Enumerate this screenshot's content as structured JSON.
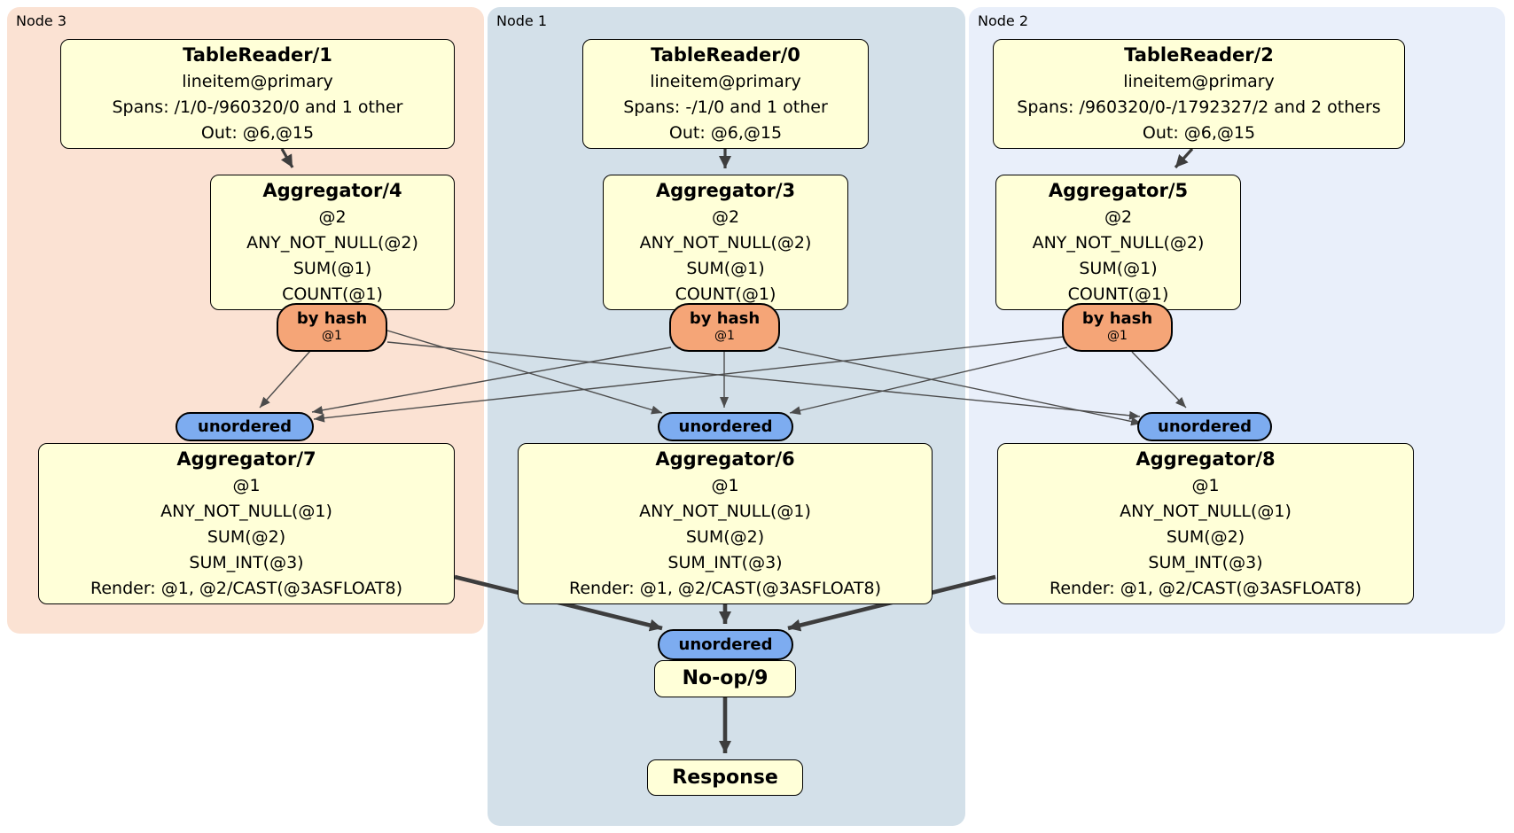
{
  "diagram_type": "distsql-plan",
  "regions": {
    "node3": {
      "label": "Node 3",
      "color": "#fbe2d3"
    },
    "node1": {
      "label": "Node 1",
      "color": "#d3e0e9"
    },
    "node2": {
      "label": "Node 2",
      "color": "#e9effa"
    }
  },
  "processors": {
    "tablereader1": {
      "title": "TableReader/1",
      "lines": [
        "lineitem@primary",
        "Spans: /1/0-/960320/0 and 1 other",
        "Out: @6,@15"
      ]
    },
    "tablereader0": {
      "title": "TableReader/0",
      "lines": [
        "lineitem@primary",
        "Spans: -/1/0 and 1 other",
        "Out: @6,@15"
      ]
    },
    "tablereader2": {
      "title": "TableReader/2",
      "lines": [
        "lineitem@primary",
        "Spans: /960320/0-/1792327/2 and 2 others",
        "Out: @6,@15"
      ]
    },
    "aggregator4": {
      "title": "Aggregator/4",
      "lines": [
        "@2",
        "ANY_NOT_NULL(@2)",
        "SUM(@1)",
        "COUNT(@1)"
      ]
    },
    "aggregator3": {
      "title": "Aggregator/3",
      "lines": [
        "@2",
        "ANY_NOT_NULL(@2)",
        "SUM(@1)",
        "COUNT(@1)"
      ]
    },
    "aggregator5": {
      "title": "Aggregator/5",
      "lines": [
        "@2",
        "ANY_NOT_NULL(@2)",
        "SUM(@1)",
        "COUNT(@1)"
      ]
    },
    "aggregator7": {
      "title": "Aggregator/7",
      "lines": [
        "@1",
        "ANY_NOT_NULL(@1)",
        "SUM(@2)",
        "SUM_INT(@3)",
        "Render: @1, @2/CAST(@3ASFLOAT8)"
      ]
    },
    "aggregator6": {
      "title": "Aggregator/6",
      "lines": [
        "@1",
        "ANY_NOT_NULL(@1)",
        "SUM(@2)",
        "SUM_INT(@3)",
        "Render: @1, @2/CAST(@3ASFLOAT8)"
      ]
    },
    "aggregator8": {
      "title": "Aggregator/8",
      "lines": [
        "@1",
        "ANY_NOT_NULL(@1)",
        "SUM(@2)",
        "SUM_INT(@3)",
        "Render: @1, @2/CAST(@3ASFLOAT8)"
      ]
    },
    "noop9": {
      "title": "No-op/9"
    },
    "response": {
      "title": "Response"
    }
  },
  "routers": {
    "node3": {
      "label": "by hash",
      "detail": "@1"
    },
    "node1": {
      "label": "by hash",
      "detail": "@1"
    },
    "node2": {
      "label": "by hash",
      "detail": "@1"
    }
  },
  "synchronizers": {
    "node3": {
      "label": "unordered"
    },
    "node1": {
      "label": "unordered"
    },
    "node2": {
      "label": "unordered"
    },
    "final": {
      "label": "unordered"
    }
  },
  "edges": [
    {
      "from": "tablereader1",
      "to": "aggregator4"
    },
    {
      "from": "tablereader0",
      "to": "aggregator3"
    },
    {
      "from": "tablereader2",
      "to": "aggregator5"
    },
    {
      "from": "router-node3",
      "to": "sync-node3"
    },
    {
      "from": "router-node3",
      "to": "sync-node1"
    },
    {
      "from": "router-node3",
      "to": "sync-node2"
    },
    {
      "from": "router-node1",
      "to": "sync-node3"
    },
    {
      "from": "router-node1",
      "to": "sync-node1"
    },
    {
      "from": "router-node1",
      "to": "sync-node2"
    },
    {
      "from": "router-node2",
      "to": "sync-node3"
    },
    {
      "from": "router-node2",
      "to": "sync-node1"
    },
    {
      "from": "router-node2",
      "to": "sync-node2"
    },
    {
      "from": "aggregator7",
      "to": "sync-final"
    },
    {
      "from": "aggregator6",
      "to": "sync-final"
    },
    {
      "from": "aggregator8",
      "to": "sync-final"
    },
    {
      "from": "noop9",
      "to": "response"
    }
  ],
  "colors": {
    "region-node3": "#fbe2d3",
    "region-node1": "#d3e0e9",
    "region-node2": "#e9effa",
    "proc-fill": "#ffffd8",
    "router-fill": "#f5a577",
    "sync-fill": "#7dacf0",
    "edge-thin": "#4c4c4c",
    "edge-thick": "#3d3d3d",
    "border": "#000000"
  }
}
